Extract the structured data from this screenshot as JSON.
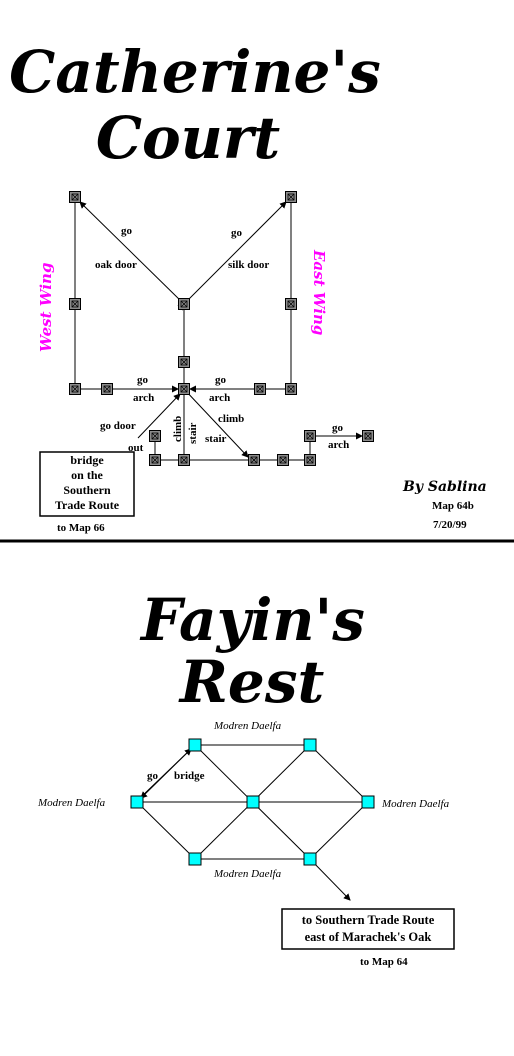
{
  "map1": {
    "title_line1": "Catherine's",
    "title_line2": "Court",
    "west_wing": "West Wing",
    "east_wing": "East Wing",
    "labels": {
      "go_left": "go",
      "oak_door": "oak door",
      "go_right": "go",
      "silk_door": "silk door",
      "go_arch_left": "go",
      "arch_left": "arch",
      "go_arch_right": "go",
      "arch_right": "arch",
      "go_door": "go door",
      "out": "out",
      "climb_v": "climb",
      "stair_v": "stair",
      "climb_d": "climb",
      "stair_d": "stair",
      "go_arch_far": "go",
      "arch_far": "arch"
    },
    "exit_box": [
      "bridge",
      "on the",
      "Southern",
      "Trade Route"
    ],
    "exit_link": "to Map 66",
    "author": "By Sablina",
    "map_id": "Map 64b",
    "date": "7/20/99"
  },
  "map2": {
    "title_line1": "Fayin's",
    "title_line2": "Rest",
    "labels": {
      "top": "Modren Daelfa",
      "left": "Modren Daelfa",
      "right": "Modren Daelfa",
      "bottom": "Modren Daelfa",
      "go": "go",
      "bridge": "bridge"
    },
    "exit_box": [
      "to Southern Trade Route",
      "east of Marachek's Oak"
    ],
    "exit_link": "to Map 64"
  },
  "colors": {
    "room_gray": "#8c8c8c",
    "room_cyan": "#00ffff",
    "wing_magenta": "#ff00ff"
  }
}
